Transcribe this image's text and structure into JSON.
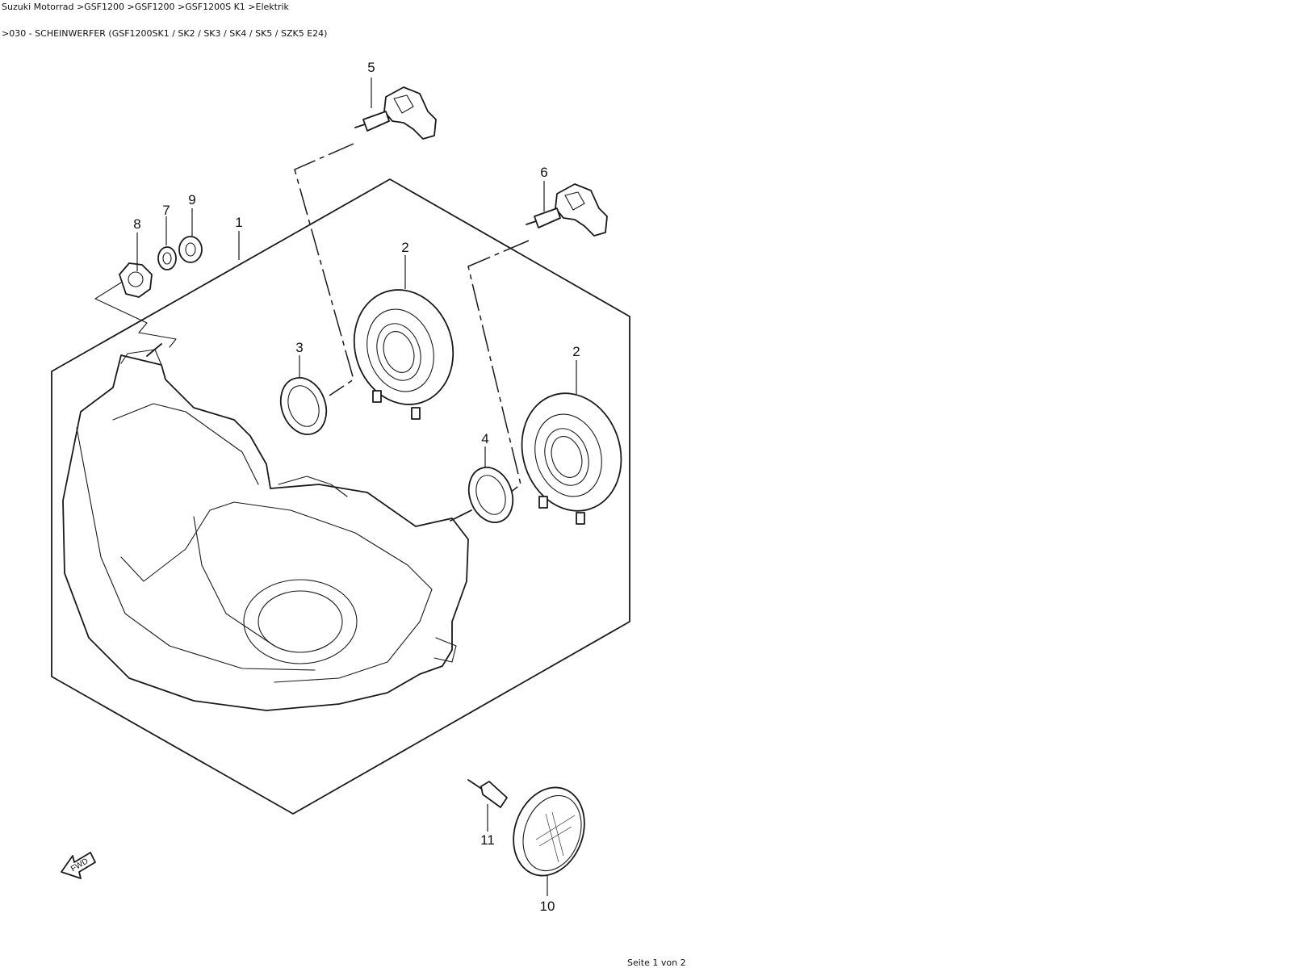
{
  "header": {
    "breadcrumb": "Suzuki Motorrad >GSF1200 >GSF1200 >GSF1200S K1 >Elektrik",
    "title": ">030 - SCHEINWERFER (GSF1200SK1 / SK2 / SK3 / SK4 / SK5 / SZK5 E24)"
  },
  "diagram": {
    "callouts": {
      "c1": "1",
      "c2a": "2",
      "c2b": "2",
      "c3": "3",
      "c4": "4",
      "c5": "5",
      "c6": "6",
      "c7": "7",
      "c8": "8",
      "c9": "9",
      "c10": "10",
      "c11": "11"
    },
    "fwd_label": "FWD"
  },
  "footer": {
    "page": "Seite 1 von 2"
  }
}
